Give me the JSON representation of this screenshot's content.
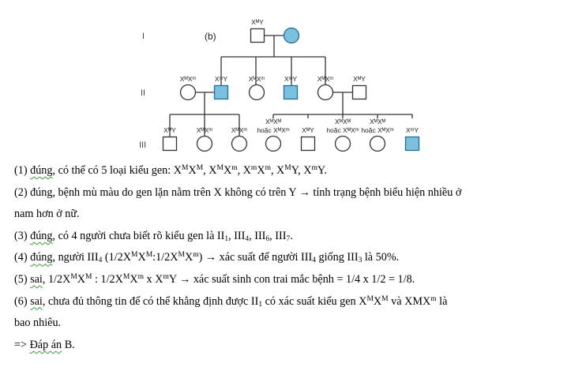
{
  "pedigree": {
    "panel_label": "(b)",
    "generations": [
      "I",
      "II",
      "III"
    ],
    "colors": {
      "affected_fill": "#7cc0e0",
      "affected_stroke": "#1f6f96",
      "stroke": "#333333"
    },
    "gen1": [
      {
        "sex": "male",
        "affected": false,
        "label": [
          "XᴹY"
        ]
      },
      {
        "sex": "female",
        "affected": true,
        "label": []
      }
    ],
    "gen2": [
      {
        "sex": "female",
        "affected": false,
        "label": [
          "XᴹXᵐ"
        ]
      },
      {
        "sex": "male",
        "affected": true,
        "label": [
          "XᵐY"
        ]
      },
      {
        "sex": "female",
        "affected": false,
        "label": [
          "XᴹXᵐ"
        ]
      },
      {
        "sex": "male",
        "affected": true,
        "label": [
          "XᵐY"
        ]
      },
      {
        "sex": "female",
        "affected": false,
        "label": [
          "XᴹXᵐ"
        ]
      },
      {
        "sex": "male",
        "affected": false,
        "label": [
          "XᴹY"
        ]
      }
    ],
    "gen3": [
      {
        "sex": "male",
        "affected": false,
        "label": [
          "XᴹY"
        ]
      },
      {
        "sex": "female",
        "affected": false,
        "label": [
          "XᴹXᵐ"
        ]
      },
      {
        "sex": "female",
        "affected": false,
        "label": [
          "XᴹXᵐ"
        ]
      },
      {
        "sex": "female",
        "affected": false,
        "label": [
          "XᴹXᴹ",
          "hoặc XᴹXᵐ"
        ]
      },
      {
        "sex": "male",
        "affected": false,
        "label": [
          "XᴹY"
        ]
      },
      {
        "sex": "female",
        "affected": false,
        "label": [
          "XᴹXᴹ",
          "hoặc XᴹXᵐ"
        ]
      },
      {
        "sex": "female",
        "affected": false,
        "label": [
          "XᴹXᴹ",
          "hoặc XᴹXᵐ"
        ]
      },
      {
        "sex": "male",
        "affected": true,
        "label": [
          "XᵐY"
        ]
      }
    ]
  },
  "answer_lines": [
    [
      [
        "(1) ",
        ""
      ],
      [
        "đúng",
        "wavy"
      ],
      [
        ", có thể có 5 loại kiểu gen: X",
        ""
      ],
      [
        "M",
        "sup"
      ],
      [
        "X",
        ""
      ],
      [
        "M",
        "sup"
      ],
      [
        ", X",
        ""
      ],
      [
        "M",
        "sup"
      ],
      [
        "X",
        ""
      ],
      [
        "m",
        "sup"
      ],
      [
        ", X",
        ""
      ],
      [
        "m",
        "sup"
      ],
      [
        "X",
        ""
      ],
      [
        "m",
        "sup"
      ],
      [
        ", X",
        ""
      ],
      [
        "M",
        "sup"
      ],
      [
        "Y, X",
        ""
      ],
      [
        "m",
        "sup"
      ],
      [
        "Y.",
        ""
      ]
    ],
    [
      [
        "(2) đúng, bệnh mù màu do gen lặn nằm trên X không có trên Y → tính trạng bệnh biểu hiện nhiều ở",
        ""
      ]
    ],
    [
      [
        "nam hơn ở nữ.",
        ""
      ]
    ],
    [
      [
        "(3) ",
        ""
      ],
      [
        "đúng",
        "wavy"
      ],
      [
        ", có 4 người chưa biết rõ kiểu gen là II",
        ""
      ],
      [
        "1",
        "sub"
      ],
      [
        ", III",
        ""
      ],
      [
        "4",
        "sub"
      ],
      [
        ", III",
        ""
      ],
      [
        "6",
        "sub"
      ],
      [
        ", III",
        ""
      ],
      [
        "7",
        "sub"
      ],
      [
        ".",
        ""
      ]
    ],
    [
      [
        "(4) ",
        ""
      ],
      [
        "đúng",
        "wavy"
      ],
      [
        ", người III",
        ""
      ],
      [
        "4",
        "sub"
      ],
      [
        " (1/2X",
        ""
      ],
      [
        "M",
        "sup"
      ],
      [
        "X",
        ""
      ],
      [
        "M",
        "sup"
      ],
      [
        ":1/2X",
        ""
      ],
      [
        "M",
        "sup"
      ],
      [
        "X",
        ""
      ],
      [
        "m",
        "sup"
      ],
      [
        ") → xác suất để người III",
        ""
      ],
      [
        "4",
        "sub"
      ],
      [
        " giống III",
        ""
      ],
      [
        "3",
        "sub"
      ],
      [
        " là 50%.",
        ""
      ]
    ],
    [
      [
        "(5) ",
        ""
      ],
      [
        "sai",
        "wavy"
      ],
      [
        ", 1/2X",
        ""
      ],
      [
        "M",
        "sup"
      ],
      [
        "X",
        ""
      ],
      [
        "M",
        "sup"
      ],
      [
        " : 1/2X",
        ""
      ],
      [
        "M",
        "sup"
      ],
      [
        "X",
        ""
      ],
      [
        "m",
        "sup"
      ],
      [
        "   x   X",
        ""
      ],
      [
        "m",
        "sup"
      ],
      [
        "Y → xác suất sinh con trai mắc bệnh = 1/4 x 1/2 = 1/8.",
        ""
      ]
    ],
    [
      [
        "(6) ",
        ""
      ],
      [
        "sai",
        "wavy"
      ],
      [
        ", chưa đủ thông tin để có thể khẳng định được II",
        ""
      ],
      [
        "1",
        "sub"
      ],
      [
        " có xác suất kiểu gen X",
        ""
      ],
      [
        "M",
        "sup"
      ],
      [
        "X",
        ""
      ],
      [
        "M",
        "sup"
      ],
      [
        " và XMX",
        ""
      ],
      [
        "m",
        "sup"
      ],
      [
        " là",
        ""
      ]
    ],
    [
      [
        "bao nhiêu.",
        ""
      ]
    ],
    [
      [
        "=> ",
        ""
      ],
      [
        "Đáp án",
        "wavy"
      ],
      [
        " B.",
        ""
      ]
    ]
  ]
}
